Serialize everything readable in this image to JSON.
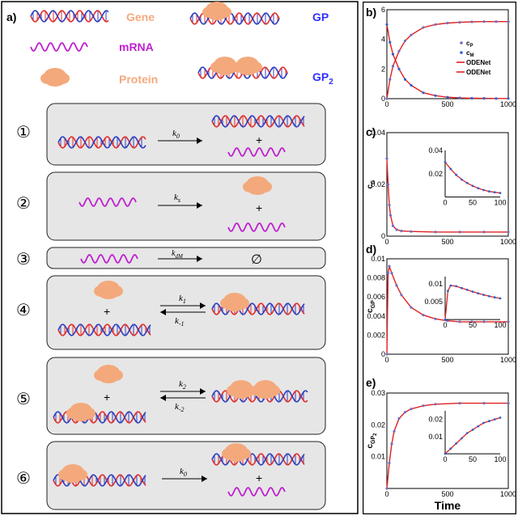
{
  "panel_a": {
    "label": "a)",
    "legend": {
      "gene": "Gene",
      "mrna": "mRNA",
      "protein": "Protein",
      "gp": "GP",
      "gp2": "GP",
      "gp2_sub": "2"
    },
    "reactions": [
      {
        "num": "①",
        "rate": "k",
        "rate_sub": "0",
        "plus": "+"
      },
      {
        "num": "②",
        "rate": "k",
        "rate_sub": "s",
        "plus": "+"
      },
      {
        "num": "③",
        "rate": "k",
        "rate_sub": "dM",
        "product": "∅"
      },
      {
        "num": "④",
        "rate_fwd": "k",
        "rate_fwd_sub": "1",
        "rate_rev": "k",
        "rate_rev_sub": "-1",
        "plus": "+"
      },
      {
        "num": "⑤",
        "rate_fwd": "k",
        "rate_fwd_sub": "2",
        "rate_rev": "k",
        "rate_rev_sub": "-2",
        "plus": "+"
      },
      {
        "num": "⑥",
        "rate": "k",
        "rate_sub": "0",
        "plus": "+"
      }
    ],
    "colors": {
      "protein": "#f4a97c",
      "mrna": "#c020d0",
      "dna_red": "#e03030",
      "dna_blue": "#3040c0",
      "box": "#e6e6e6",
      "legend_orange": "#f4a97c",
      "legend_blue": "#3030ff"
    }
  },
  "chart_data": [
    {
      "type": "scatter",
      "panel": "b)",
      "xlim": [
        0,
        1000
      ],
      "ylim": [
        0,
        6
      ],
      "xticks": [
        "0",
        "500",
        "1000"
      ],
      "yticks": [
        "0",
        "2",
        "4",
        "6"
      ],
      "legend": [
        "c",
        "c",
        "ODENet",
        "ODENet"
      ],
      "legend_subs": [
        "P",
        "M",
        "",
        ""
      ],
      "series": [
        {
          "name": "cP",
          "points": [
            [
              0,
              0
            ],
            [
              25,
              1.3
            ],
            [
              50,
              2.2
            ],
            [
              100,
              3.2
            ],
            [
              150,
              3.9
            ],
            [
              200,
              4.3
            ],
            [
              300,
              4.8
            ],
            [
              400,
              5.0
            ],
            [
              500,
              5.1
            ],
            [
              600,
              5.15
            ],
            [
              700,
              5.18
            ],
            [
              800,
              5.2
            ],
            [
              900,
              5.2
            ],
            [
              1000,
              5.2
            ]
          ]
        },
        {
          "name": "cM",
          "points": [
            [
              0,
              5
            ],
            [
              25,
              3.8
            ],
            [
              50,
              3.0
            ],
            [
              100,
              2.0
            ],
            [
              150,
              1.3
            ],
            [
              200,
              0.9
            ],
            [
              300,
              0.4
            ],
            [
              400,
              0.2
            ],
            [
              500,
              0.1
            ],
            [
              600,
              0.05
            ],
            [
              700,
              0.03
            ],
            [
              800,
              0.02
            ],
            [
              900,
              0.01
            ],
            [
              1000,
              0.01
            ]
          ]
        }
      ]
    },
    {
      "type": "scatter",
      "panel": "c)",
      "ylabel": "c",
      "ylabel_sub": "G",
      "xlim": [
        0,
        1000
      ],
      "ylim": [
        0,
        0.04
      ],
      "xticks": [
        "0",
        "500",
        "1000"
      ],
      "yticks": [
        "0",
        "0.02",
        "0.04"
      ],
      "series": [
        {
          "name": "cG",
          "points": [
            [
              0,
              0.03
            ],
            [
              10,
              0.02
            ],
            [
              20,
              0.012
            ],
            [
              30,
              0.008
            ],
            [
              50,
              0.004
            ],
            [
              80,
              0.0025
            ],
            [
              120,
              0.002
            ],
            [
              200,
              0.0018
            ],
            [
              400,
              0.0016
            ],
            [
              600,
              0.0016
            ],
            [
              800,
              0.0016
            ],
            [
              1000,
              0.0016
            ]
          ]
        }
      ],
      "inset": {
        "xlim": [
          0,
          100
        ],
        "ylim": [
          0,
          0.04
        ],
        "xticks": [
          "0",
          "50",
          "100"
        ],
        "yticks": [
          "0.02",
          "0.04"
        ],
        "points": [
          [
            0,
            0.03
          ],
          [
            10,
            0.024
          ],
          [
            20,
            0.019
          ],
          [
            30,
            0.015
          ],
          [
            40,
            0.012
          ],
          [
            50,
            0.0095
          ],
          [
            60,
            0.0075
          ],
          [
            70,
            0.006
          ],
          [
            80,
            0.0048
          ],
          [
            90,
            0.004
          ],
          [
            100,
            0.0035
          ]
        ]
      }
    },
    {
      "type": "scatter",
      "panel": "d)",
      "ylabel": "c",
      "ylabel_sub": "GP",
      "xlim": [
        0,
        1000
      ],
      "ylim": [
        0,
        0.01
      ],
      "xticks": [
        "0",
        "500",
        "1000"
      ],
      "yticks": [
        "0",
        "0.002",
        "0.004",
        "0.006",
        "0.008",
        "0.01"
      ],
      "series": [
        {
          "name": "cGP",
          "points": [
            [
              0,
              0
            ],
            [
              10,
              0.0085
            ],
            [
              20,
              0.0092
            ],
            [
              40,
              0.0085
            ],
            [
              80,
              0.0072
            ],
            [
              120,
              0.0062
            ],
            [
              200,
              0.0049
            ],
            [
              300,
              0.0041
            ],
            [
              400,
              0.0037
            ],
            [
              500,
              0.0035
            ],
            [
              600,
              0.0034
            ],
            [
              700,
              0.0034
            ],
            [
              800,
              0.0034
            ],
            [
              1000,
              0.0034
            ]
          ]
        }
      ],
      "inset": {
        "xlim": [
          0,
          100
        ],
        "ylim": [
          0,
          0.012
        ],
        "xticks": [
          "0",
          "50",
          "100"
        ],
        "yticks": [
          "0.005",
          "0.01"
        ],
        "points": [
          [
            0,
            0
          ],
          [
            5,
            0.008
          ],
          [
            10,
            0.0095
          ],
          [
            20,
            0.0093
          ],
          [
            30,
            0.0088
          ],
          [
            40,
            0.0083
          ],
          [
            50,
            0.0078
          ],
          [
            60,
            0.0073
          ],
          [
            70,
            0.0069
          ],
          [
            80,
            0.0065
          ],
          [
            90,
            0.0062
          ],
          [
            100,
            0.0059
          ]
        ]
      }
    },
    {
      "type": "scatter",
      "panel": "e)",
      "ylabel": "c",
      "ylabel_sub": "GP",
      "ylabel_sub2": "2",
      "xlabel": "Time",
      "xlim": [
        0,
        1000
      ],
      "ylim": [
        0,
        0.03
      ],
      "xticks": [
        "0",
        "500",
        "1000"
      ],
      "yticks": [
        "0.01",
        "0.02",
        "0.03"
      ],
      "series": [
        {
          "name": "cGP2",
          "points": [
            [
              0,
              0
            ],
            [
              20,
              0.008
            ],
            [
              40,
              0.014
            ],
            [
              60,
              0.018
            ],
            [
              100,
              0.022
            ],
            [
              150,
              0.024
            ],
            [
              200,
              0.025
            ],
            [
              300,
              0.026
            ],
            [
              400,
              0.0265
            ],
            [
              600,
              0.0268
            ],
            [
              800,
              0.0268
            ],
            [
              1000,
              0.0268
            ]
          ]
        }
      ],
      "inset": {
        "xlim": [
          0,
          100
        ],
        "ylim": [
          0,
          0.025
        ],
        "xticks": [
          "0",
          "50",
          "100"
        ],
        "yticks": [
          "0.01",
          "0.02"
        ],
        "points": [
          [
            0,
            0
          ],
          [
            10,
            0.003
          ],
          [
            20,
            0.006
          ],
          [
            30,
            0.009
          ],
          [
            40,
            0.012
          ],
          [
            50,
            0.014
          ],
          [
            60,
            0.016
          ],
          [
            70,
            0.018
          ],
          [
            80,
            0.019
          ],
          [
            90,
            0.02
          ],
          [
            100,
            0.021
          ]
        ]
      }
    }
  ]
}
